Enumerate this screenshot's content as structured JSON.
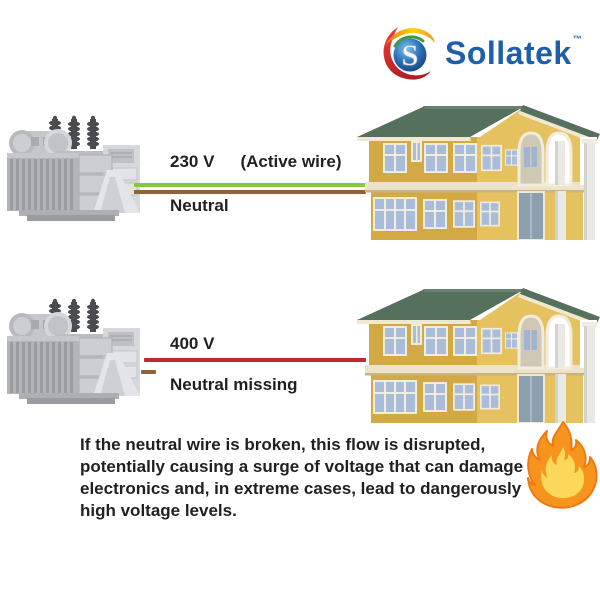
{
  "page": {
    "background": "#ffffff"
  },
  "logo": {
    "brand": "Sollatek",
    "trademark": "™",
    "brand_color": "#1E5FA9"
  },
  "scenario_normal": {
    "voltage_label": "230 V",
    "active_label": "(Active wire)",
    "neutral_label": "Neutral",
    "active_wire_color": "#8CC63F",
    "neutral_wire_color": "#8F613C"
  },
  "scenario_fault": {
    "voltage_label": "400 V",
    "neutral_label": "Neutral missing",
    "active_wire_color": "#C1272D",
    "neutral_wire_color": "#8F613C"
  },
  "caption": {
    "lines": [
      "If the neutral wire is broken, this flow is disrupted,",
      "potentially causing a surge of voltage that can damage",
      "electronics and, in extreme cases, lead to dangerously",
      "high voltage levels."
    ],
    "color": "#231F20"
  },
  "illustrations": {
    "transformer": "distribution-transformer",
    "house": "two-story-house",
    "fire": "fire-flame"
  },
  "palette": {
    "roof_green": "#55715D",
    "wall_gold": "#D3A945",
    "wall_gold_light": "#E5C160",
    "window_blue": "#A9BCD9",
    "window_frame": "#F2ECDC",
    "flame_orange": "#F7941E",
    "flame_yellow": "#FBD85A",
    "transformer_gray": "#BCBDC1"
  }
}
